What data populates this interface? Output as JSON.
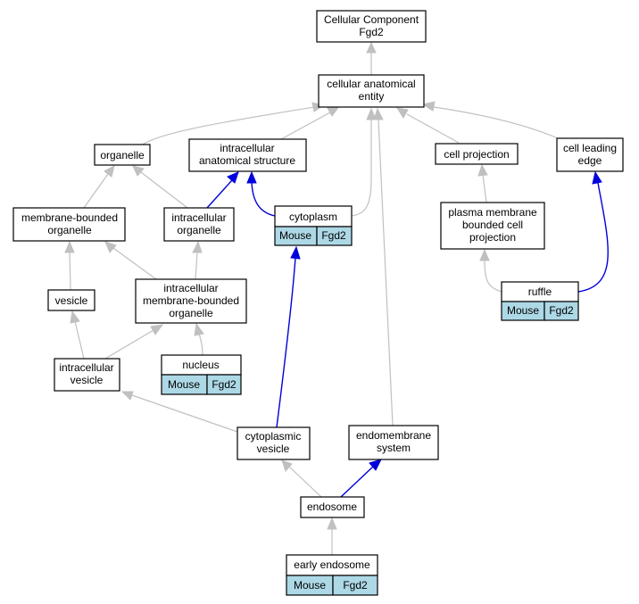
{
  "graph": {
    "colors": {
      "is_a_edge": "#c0c0c0",
      "part_of_edge": "#0000dd",
      "annotation_fill": "#add8e6",
      "node_fill": "#ffffff"
    },
    "nodes": {
      "root": {
        "lines": [
          "Cellular Component",
          "Fgd2"
        ]
      },
      "cae": {
        "lines": [
          "cellular anatomical",
          "entity"
        ]
      },
      "organelle": {
        "lines": [
          "organelle"
        ]
      },
      "ias": {
        "lines": [
          "intracellular",
          "anatomical structure"
        ]
      },
      "cellproj": {
        "lines": [
          "cell projection"
        ]
      },
      "cle": {
        "lines": [
          "cell leading",
          "edge"
        ]
      },
      "mbo": {
        "lines": [
          "membrane-bounded",
          "organelle"
        ]
      },
      "io": {
        "lines": [
          "intracellular",
          "organelle"
        ]
      },
      "cytoplasm": {
        "lines": [
          "cytoplasm"
        ],
        "annotation": [
          "Mouse",
          "Fgd2"
        ]
      },
      "pmbcp": {
        "lines": [
          "plasma membrane",
          "bounded cell",
          "projection"
        ]
      },
      "vesicle": {
        "lines": [
          "vesicle"
        ]
      },
      "imbo": {
        "lines": [
          "intracellular",
          "membrane-bounded",
          "organelle"
        ]
      },
      "ruffle": {
        "lines": [
          "ruffle"
        ],
        "annotation": [
          "Mouse",
          "Fgd2"
        ]
      },
      "iv": {
        "lines": [
          "intracellular",
          "vesicle"
        ]
      },
      "nucleus": {
        "lines": [
          "nucleus"
        ],
        "annotation": [
          "Mouse",
          "Fgd2"
        ]
      },
      "cv": {
        "lines": [
          "cytoplasmic",
          "vesicle"
        ]
      },
      "es": {
        "lines": [
          "endomembrane",
          "system"
        ]
      },
      "endosome": {
        "lines": [
          "endosome"
        ]
      },
      "ee": {
        "lines": [
          "early endosome"
        ],
        "annotation": [
          "Mouse",
          "Fgd2"
        ]
      }
    }
  }
}
